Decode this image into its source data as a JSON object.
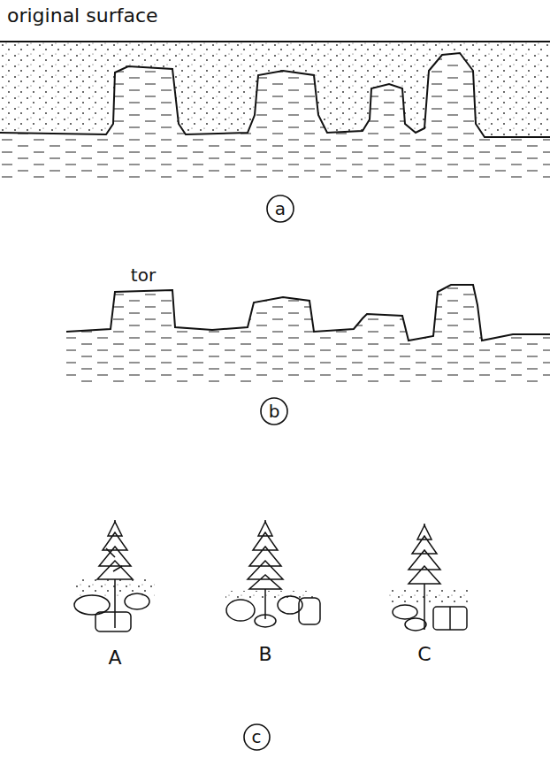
{
  "diagram": {
    "nodes": [
      {
        "text": [
          "a"
        ]
      },
      {
        "text": [
          "b"
        ]
      },
      {
        "text": [
          "c"
        ]
      }
    ],
    "labels": [
      "original surface",
      "tor",
      "A",
      "B",
      "C"
    ]
  }
}
